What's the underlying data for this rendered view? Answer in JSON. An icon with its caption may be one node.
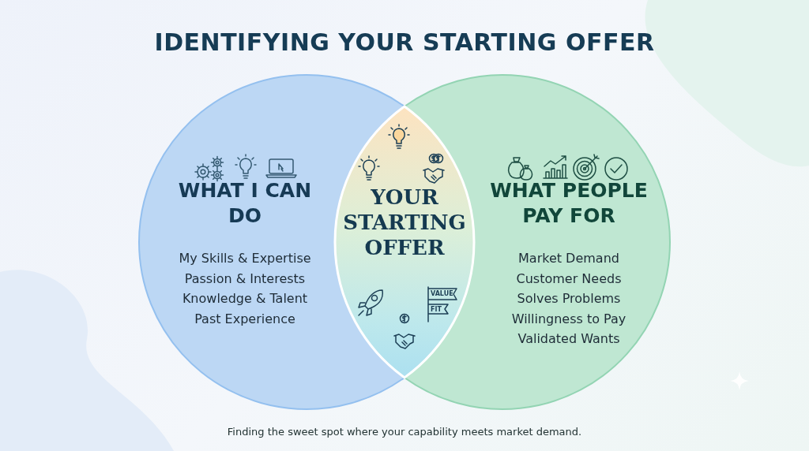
{
  "diagram": {
    "title": "IDENTIFYING YOUR STARTING OFFER",
    "caption": "Finding the sweet spot where your capability meets market demand.",
    "nodes": [
      {
        "text": [
          "WHAT I CAN DO",
          "My Skills & Expertise",
          "Passion & Interests",
          "Knowledge & Talent",
          "Past Experience"
        ]
      },
      {
        "text": [
          "WHAT PEOPLE PAY FOR",
          "Market Demand",
          "Customer Needs",
          "Solves Problems",
          "Willingness to Pay",
          "Validated Wants"
        ]
      },
      {
        "text": [
          "YOUR STARTING OFFER"
        ]
      }
    ],
    "edges": [],
    "labels": [
      "VALUE",
      "FIT"
    ]
  }
}
